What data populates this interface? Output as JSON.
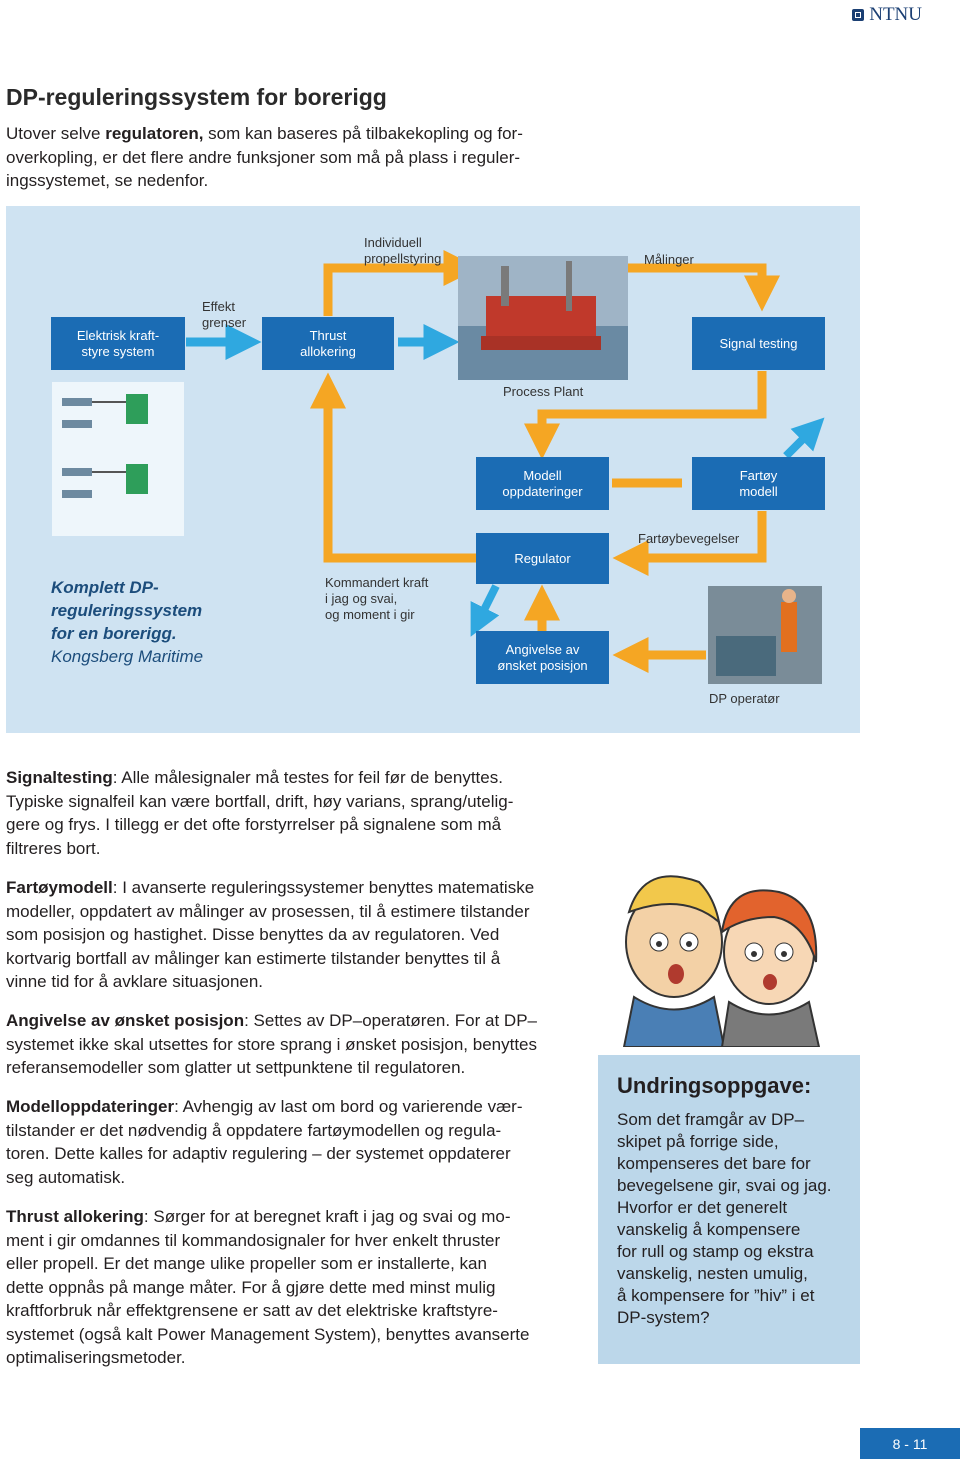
{
  "header": {
    "logo_text": "NTNU"
  },
  "title": "DP-reguleringssystem for borerigg",
  "intro": {
    "lines": [
      [
        "Utover selve ",
        "regulatoren,",
        " som kan baseres på tilbakekopling og for-"
      ],
      [
        "overkopling, er det flere andre funksjoner som må på plass i reguler-"
      ],
      [
        "ingssystemet, se nedenfor."
      ]
    ]
  },
  "diagram": {
    "boxes": {
      "elektrisk": [
        "Elektrisk kraft-",
        "styre system"
      ],
      "thrust": [
        "Thrust",
        "allokering"
      ],
      "signal": "Signal testing",
      "modell": [
        "Modell",
        "oppdateringer"
      ],
      "fartoy": [
        "Fartøy",
        "modell"
      ],
      "regulator": "Regulator",
      "angivelse": [
        "Angivelse av",
        "ønsket posisjon"
      ]
    },
    "labels": {
      "individuell": [
        "Individuell",
        "propellstyring"
      ],
      "malinger": "Målinger",
      "effekt": [
        "Effekt",
        "grenser"
      ],
      "process_plant": "Process Plant",
      "fartoybevegelser": "Fartøybevegelser",
      "kommandert": [
        "Kommandert kraft",
        "i jag og svai,",
        "og moment i gir"
      ],
      "dp_operator": "DP operatør"
    },
    "caption": [
      "Komplett DP-",
      "reguleringssystem",
      "for en borerigg.",
      "Kongsberg Maritime"
    ]
  },
  "paragraphs": [
    {
      "term": "Signaltesting",
      "lines": [
        ": Alle målesignaler må testes for feil før de benyttes.",
        "Typiske signalfeil kan være bortfall, drift, høy varians, sprang/utelig-",
        "gere og frys.  I tillegg er det ofte forstyrrelser på signalene som må",
        "filtreres bort."
      ]
    },
    {
      "term": "Fartøymodell",
      "lines": [
        ": I avanserte reguleringssystemer benyttes matematiske",
        "modeller, oppdatert av målinger av prosessen, til å estimere tilstander",
        "som posisjon og hastighet.  Disse benyttes da av regulatoren. Ved",
        "kortvarig bortfall av målinger kan estimerte tilstander benyttes til å",
        "vinne tid for å avklare situasjonen."
      ]
    },
    {
      "term": "Angivelse av ønsket posisjon",
      "lines": [
        ": Settes av DP–operatøren. For at DP–",
        "systemet ikke skal utsettes for store sprang i ønsket posisjon, benyttes",
        "referansemodeller som glatter ut settpunktene til regulatoren."
      ]
    },
    {
      "term": "Modelloppdateringer",
      "lines": [
        ": Avhengig av last om bord og varierende vær-",
        "tilstander er det nødvendig å oppdatere fartøymodellen og regula-",
        "toren. Dette kalles for adaptiv regulering – der systemet oppdaterer",
        "seg automatisk."
      ]
    },
    {
      "term": "Thrust allokering",
      "lines": [
        ": Sørger for at beregnet kraft i jag og svai og mo-",
        "ment i gir omdannes til kommandosignaler for hver enkelt thruster",
        "eller propell. Er det mange ulike propeller som er installerte,  kan",
        "dette oppnås på mange måter. For å gjøre dette med minst mulig",
        "kraftforbruk når effektgrensene er satt av det elektriske kraftstyre-",
        "systemet (også kalt Power Management System), benyttes avanserte",
        "optimaliseringsmetoder."
      ]
    }
  ],
  "task": {
    "title": "Undringsoppgave:",
    "lines": [
      "Som det framgår av DP–",
      "skipet på forrige side,",
      "kompenseres det bare for",
      "bevegelsene gir, svai og jag.",
      "Hvorfor er det generelt",
      "vanskelig å kompensere",
      "for rull og stamp og ekstra",
      "vanskelig, nesten umulig,",
      "å kompensere for ”hiv” i et",
      "DP-system?"
    ]
  },
  "page_number": "8 - 11",
  "colors": {
    "box_blue": "#1b6cb4",
    "arrow_orange": "#f5a623",
    "arrow_blue": "#2fa8e0",
    "panel_bg": "#cfe3f2",
    "task_bg": "#bcd7ea"
  }
}
